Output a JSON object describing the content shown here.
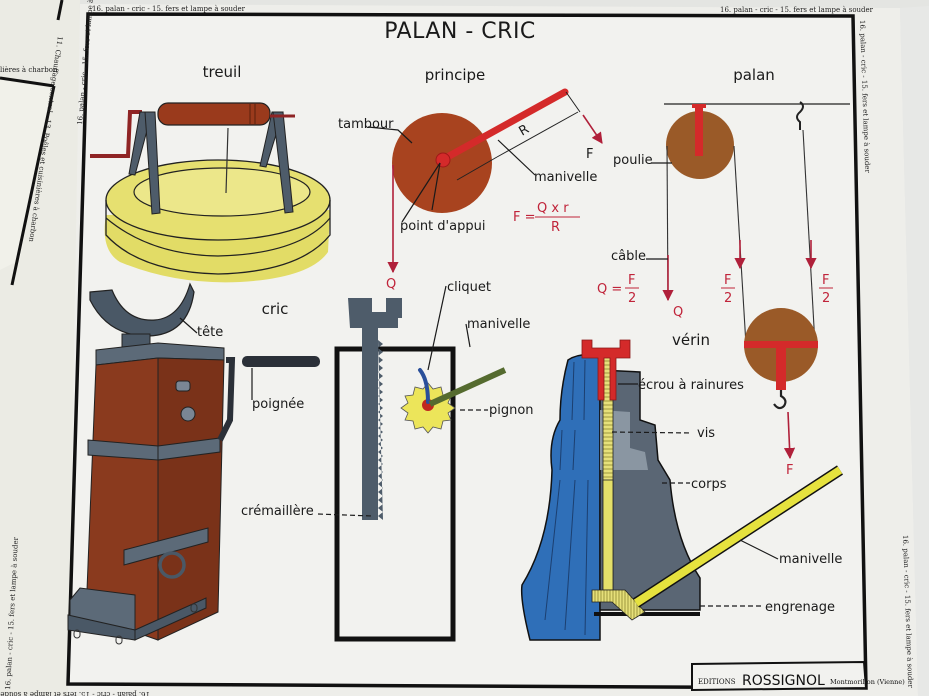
{
  "poster": {
    "title": "PALAN - CRIC",
    "edge_caption": "16. palan - cric  -  15. fers et lampe à souder",
    "back_poster_caption_top": "lières à charbon",
    "back_poster_caption_side": "11. Chauffage central  -  13. Poêles et cuisinières à charbon",
    "publisher": {
      "prefix": "EDITIONS",
      "name": "ROSSIGNOL",
      "city": "Montmorillon (Vienne)"
    }
  },
  "sections": {
    "treuil": {
      "title": "treuil"
    },
    "principe": {
      "title": "principe",
      "labels": {
        "tambour": "tambour",
        "manivelle": "manivelle",
        "point_appui": "point d'appui",
        "R": "R",
        "F": "F",
        "Q": "Q"
      },
      "formula": {
        "lhs": "F =",
        "numerator": "Q  x  r",
        "denominator": "R"
      }
    },
    "palan": {
      "title": "palan",
      "labels": {
        "poulie": "poulie",
        "cable": "câble",
        "Q": "Q",
        "F": "F"
      },
      "formula_q": {
        "lhs": "Q =",
        "numerator": "F",
        "denominator": "2"
      },
      "half_force_left": {
        "numerator": "F",
        "denominator": "2"
      },
      "half_force_right": {
        "numerator": "F",
        "denominator": "2"
      }
    },
    "cric": {
      "title": "cric",
      "labels": {
        "tete": "tête",
        "poignee": "poignée",
        "cremaillere": "crémaillère",
        "cliquet": "cliquet",
        "manivelle": "manivelle",
        "pignon": "pignon"
      }
    },
    "verin": {
      "title": "vérin",
      "labels": {
        "ecrou": "écrou à rainures",
        "vis": "vis",
        "corps": "corps",
        "manivelle": "manivelle",
        "engrenage": "engrenage"
      }
    }
  },
  "colors": {
    "paper": "#efefec",
    "frame": "#111111",
    "drum_brown": "#a8431f",
    "pulley_brown": "#9a5a28",
    "red": "#d42a2a",
    "force_arrow": "#b0203a",
    "steel_gray": "#4e5c6a",
    "yellow": "#e4e06a",
    "blue": "#2f6fb8",
    "olive": "#6b7a3a"
  }
}
